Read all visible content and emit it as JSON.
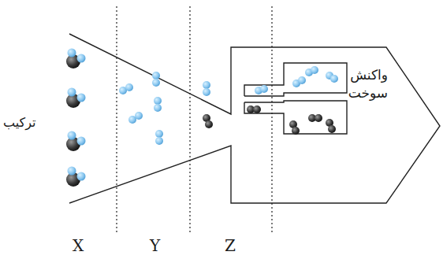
{
  "diagram": {
    "labels": [
      "ترکیب",
      "واکنش سوخت",
      "X",
      "Y",
      "Z"
    ]
  }
}
